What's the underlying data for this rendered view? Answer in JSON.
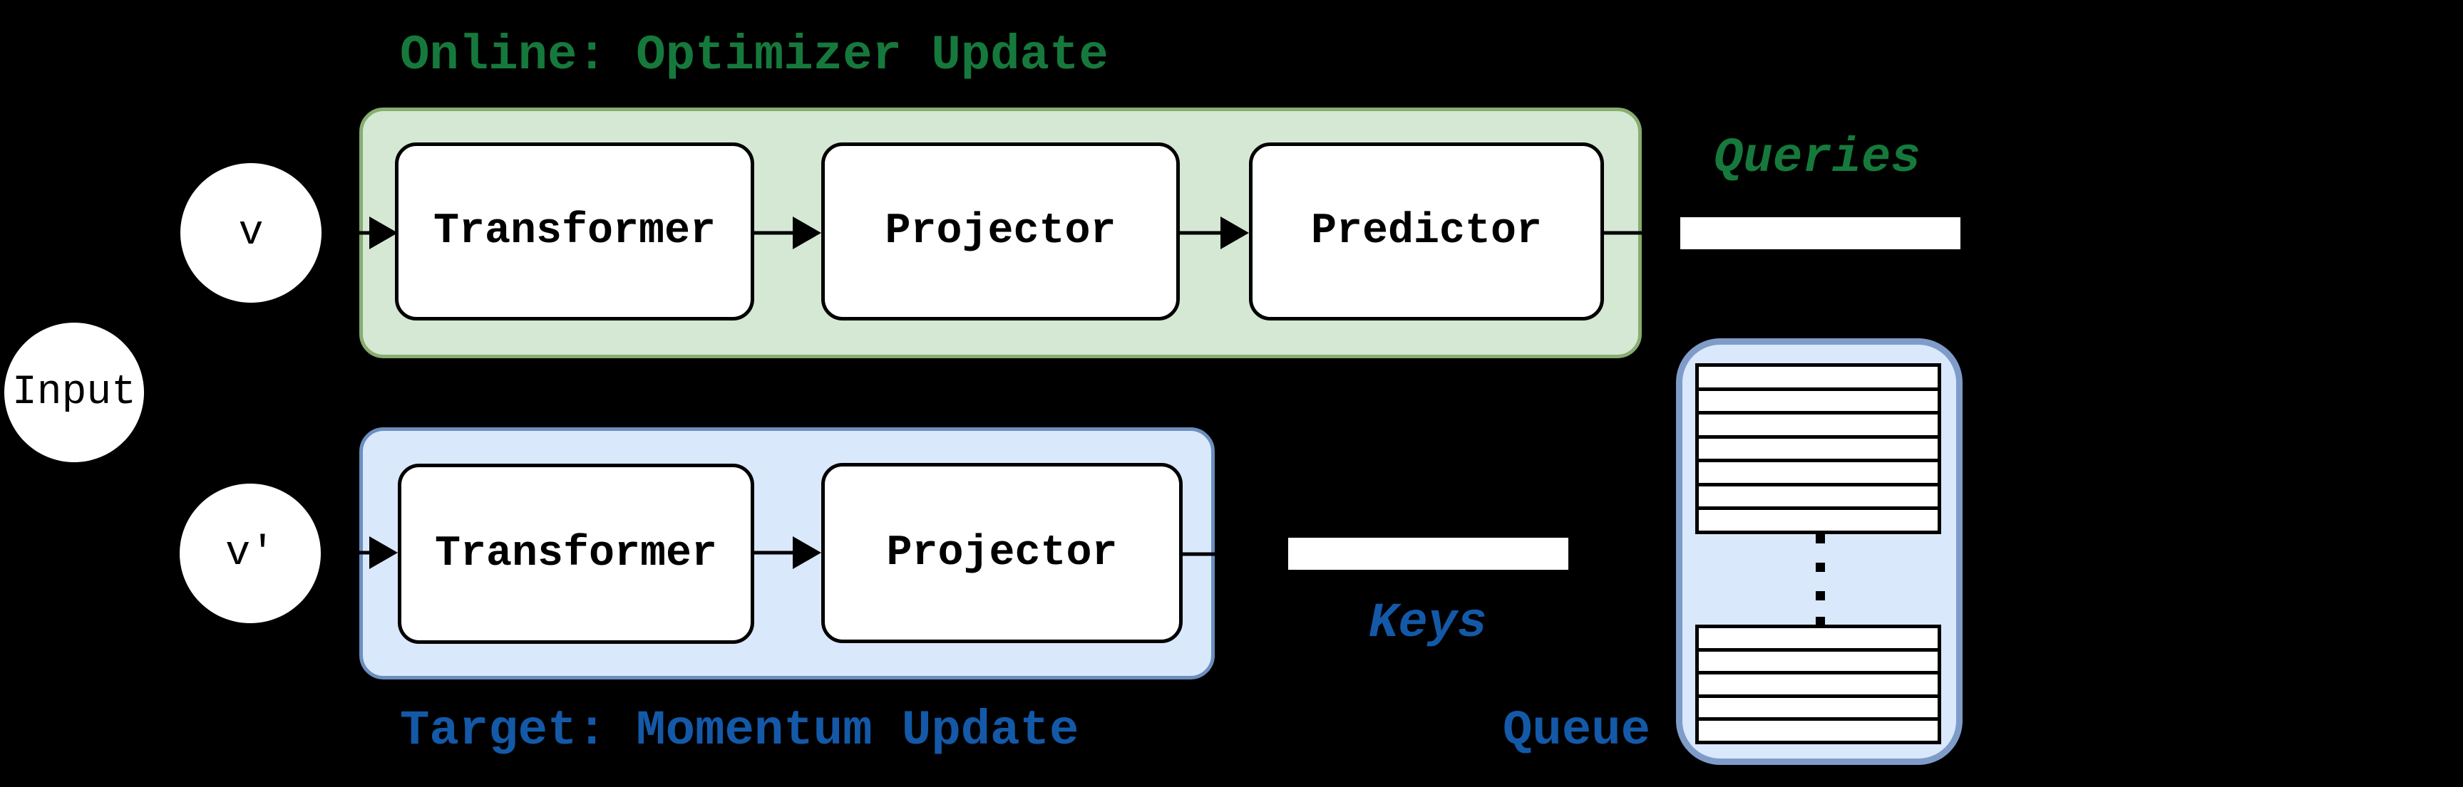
{
  "colors": {
    "canvas-bg": "#000000",
    "online-fill": "#d5e8d4",
    "online-border": "#87ad70",
    "online-text": "#16793c",
    "target-fill": "#dae8fc",
    "target-border": "#6c8ebf",
    "target-text": "#1459a8",
    "queue-border": "#7f9cc9",
    "block-fill": "#ffffff",
    "node-fill": "#ffffff",
    "line": "#000000"
  },
  "nodes": {
    "input": "Input",
    "online_view": "v",
    "target_view": "v'"
  },
  "online_branch": {
    "title": "Online: Optimizer Update",
    "blocks": [
      "Transformer",
      "Projector",
      "Predictor"
    ],
    "output_label": "Queries"
  },
  "target_branch": {
    "title": "Target: Momentum Update",
    "blocks": [
      "Transformer",
      "Projector"
    ],
    "output_label": "Keys"
  },
  "queue": {
    "label": "Queue",
    "top_rows": 7,
    "bottom_rows": 5
  }
}
